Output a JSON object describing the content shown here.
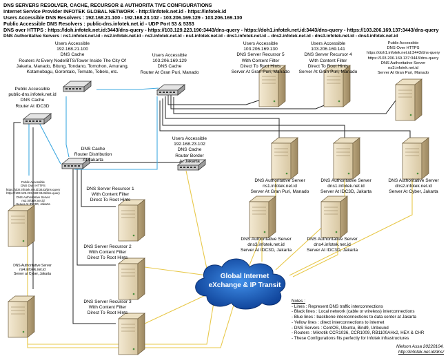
{
  "header": {
    "lines": [
      "DNS SERVERS RESOLVER, CACHE, RECURSOR & AUTHORITA TIVE CONFIGURATIONS",
      "Internet Service Provider INFOTEK GLOBAL NETWORK - http://infotek.net.id - https://infotek.id",
      "Users Accessible DNS Resolvers : 192.168.21.100 - 192.168.23.102 - 103.206.169.129 - 103.206.169.130",
      "Public Accessible DNS Resolvers : public-dns.infotek.net.id - UDP Port 53 & 5353",
      "DNS over HTTPS : https://doh.infotek.net.id:3443/dns-query - https://103.129.223.190:3443/dns-query - https://doh1.infotek.net.id:3443/dns-query - https://103.206.169.137:3443/dns-query",
      "DNS Authoritative Servers : ns1.infotek.net.id - ns2.infotek.net.id - ns3.infotek.net.id - ns4.infotek.net.id - dns1.infotek.net.id – dns2.infotek.net.id - dns3.infotek.net.id - dns4.infotek.net.id"
    ]
  },
  "nodes": {
    "router_jkt_cities": "Users Accessible\n192.168.21.100\nDNS Cache\nRouters At Every Node/BTS/Tower Inside The City Of\nJakarta, Manado, Bitung, Tondano, Tomohon, Amurang,\nKotamobagu, Gorontalo, Ternate, Tobelo, etc.",
    "router_manado": "Users Accessible\n103.206.169.129\nDNS Cache\nRouter At Gran Puri, Manado",
    "recursor5": "Users Accessible\n103.206.169.130\nDNS Server Recursor 5\nWith Content Filter\nDirect To Root Hints\nServer At Gran Puri, Manado",
    "recursor4": "Users Accessible\n103.206.169.141\nDNS Server Recursor 4\nWith Content Filter\nDirect To Root Hints\nServer At Gran Puri, Manado",
    "doh_ns3": "Public Accessible\nDNS Over HTTPS\nhttps://doh1.infotek.net.id:3443/dns-query\nhttps://103.206.169.137:3443/dns-query\nDNS Authoritative Server\nns3.infotek.net.id\nServer At Gran Puri, Manado",
    "router_idc3d": "Public Accessible\npublic-dns.infotek.net.id\nDNS Cache\nRouter At IDC3D",
    "router_distribution": "DNS Cache\nRouter Distribution\nAt Jakarta",
    "router_border": "Users Accessible\n192.168.23.102\nDNS Cache\nRouter Border\nAt Jakarta",
    "doh_ns2": "Public Accessible\nDNS Over HTTPS\nhttps://doh.infotek.net.id:3443/dns-query\nhttps://103.129.223.190:3443/dns-query\nDNS Authoritative Server\nns2.infotek.net.id\nServer At IDC3D, Jakarta",
    "ns4": "DNS Authoritative Server\nns4.infotek.net.id\nServer at Cyber, Jakarta",
    "recursor1": "DNS Server Recursor 1\nWith Content Filter\nDirect To Root Hints",
    "recursor2": "DNS Server Recursor 2\nWith Content Filter\nDirect To Root Hints",
    "recursor3": "DNS Server Recursor 3\nWith Content Filter\nDirect To Root Hints",
    "ns1": "DNS Authoritative Server\nns1.infotek.net.id\nServer At Gran Puri, Manado",
    "dns1": "DNS Authoritative Server\ndns1.infotek.net.id\nServer At IDC3D, Jakarta",
    "dns2": "DNS Authoritative Server\ndns2.infotek.net.id\nServer At Cyber, Jakarta",
    "dns3": "DNS Authoritative Server\ndns3.infotek.net.id\nServer At IDC3D, Jakarta",
    "dns4": "DNS Authoritative Server\ndns4.infotek.net.id\nServer At IDC3D, Jakarta"
  },
  "cloud": {
    "line1": "Global Internet",
    "line2": "eXchange & IP Transit",
    "color": "#1565c0"
  },
  "notes": {
    "title": "Notes :",
    "items": [
      "- Lines : Represent DNS traffic interconnections",
      "- Black lines : Local network (cable or wireless) interconnections",
      "- Blue lines : backbone interconnections to data center at Jakarta",
      "- Yellow lines : direct interconnections to internet",
      "- DNS Servers : CentOS, Ubuntu, Bind9, Unbound",
      "- Routers : Mikrotik CCR1036, CCR1009, RB1100AHx2, HEX & CHR",
      "- These Configurations fits perfectly for Infotek infrastructures"
    ]
  },
  "signature": {
    "name": "Nielson Assa 20220104,",
    "url": "http://infotek.net.id/dns/"
  },
  "colors": {
    "black_line": "#222222",
    "blue_line": "#3ea8e0",
    "yellow_line": "#e8c84a"
  }
}
